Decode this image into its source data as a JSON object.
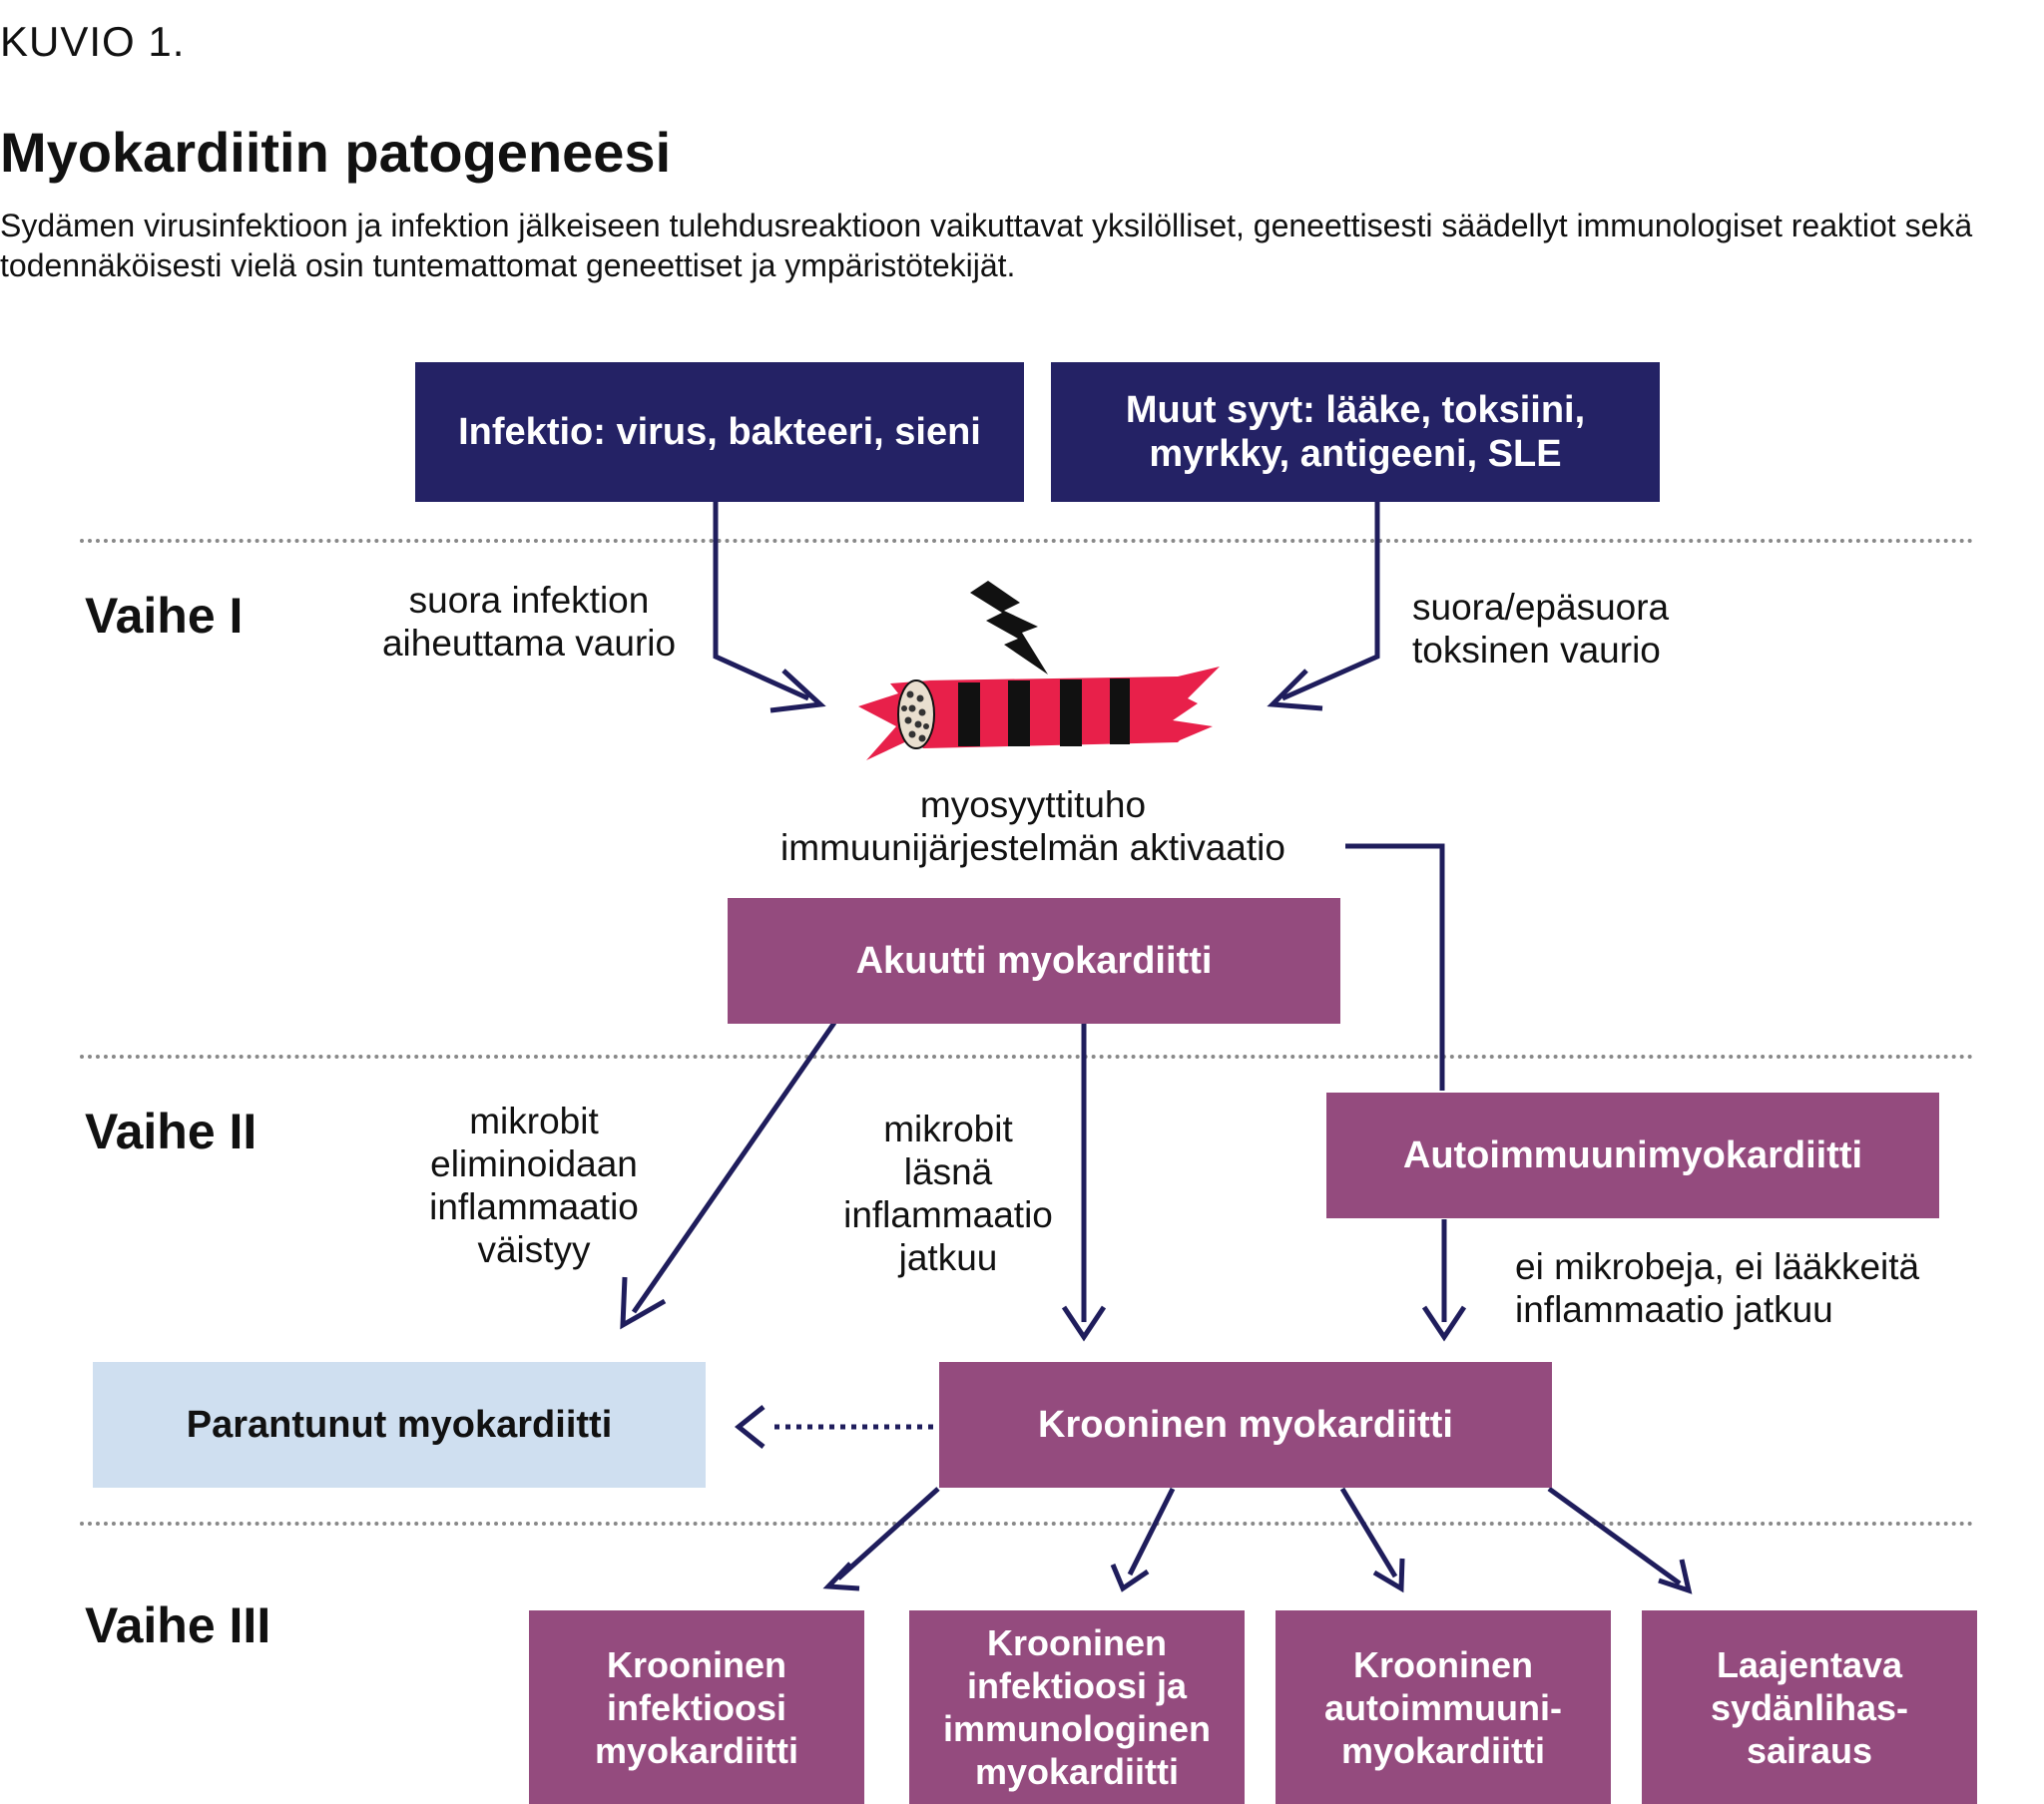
{
  "header": {
    "figure_label": "KUVIO 1.",
    "title": "Myokardiitin patogeneesi",
    "subtitle": "Sydämen virusinfektioon ja infektion jälkeiseen tulehdusreaktioon vaikuttavat yksilölliset, geneettisesti säädellyt immunologiset reaktiot sekä todennäköisesti vielä osin tuntemattomat geneettiset ja ympäristötekijät."
  },
  "stages": {
    "stage1": "Vaihe I",
    "stage2": "Vaihe II",
    "stage3": "Vaihe III"
  },
  "boxes": {
    "infection": "Infektio: virus, bakteeri, sieni",
    "other_causes": "Muut syyt: lääke, toksiini, myrkky, antigeeni, SLE",
    "acute": "Akuutti myokardiitti",
    "autoimmune": "Autoimmuunimyokardiitti",
    "healed": "Parantunut myokardiitti",
    "chronic": "Krooninen myokardiitti",
    "chronic_infectious": "Krooninen infektioosi myokardiitti",
    "chronic_infectious_immunological": "Krooninen infektioosi ja immunologinen myokardiitti",
    "chronic_autoimmune": "Krooninen autoimmuuni-myokardiitti",
    "dilated_cardiomyopathy": "Laajentava sydänlihas-sairaus"
  },
  "notes": {
    "direct_infection": "suora infektion\naiheuttama vaurio",
    "toxic_damage": "suora/epäsuora\ntoksinen vaurio",
    "myocyte_injury": "myosyyttituho\nimmuunijärjestelmän aktivaatio",
    "microbes_eliminated": "mikrobit\neliminoidaan\ninflammaatio\nväistyy",
    "microbes_present": "mikrobit\nläsnä\ninflammaatio\njatkuu",
    "no_microbes": "ei mikrobeja, ei lääkkeitä\ninflammaatio jatkuu"
  },
  "colors": {
    "navy": "#242265",
    "purple": "#944b7e",
    "light_blue": "#cfdff0",
    "arrow": "#1f1d5c",
    "myocyte_red": "#e8204a"
  },
  "icons": {
    "lightning": "lightning-bolt-icon",
    "myocyte": "torn-muscle-fiber-icon"
  }
}
